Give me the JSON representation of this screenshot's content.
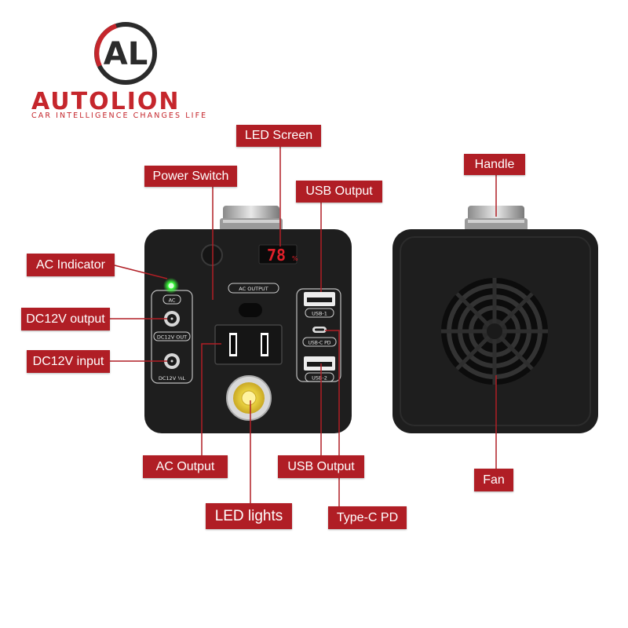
{
  "brand": {
    "name": "AUTOLION",
    "tagline": "CAR INTELLIGENCE CHANGES LIFE",
    "monogram": "AL",
    "color": "#c5262c"
  },
  "callouts": {
    "led_screen": "LED Screen",
    "power_switch": "Power Switch",
    "usb_output_top": "USB Output",
    "handle": "Handle",
    "ac_indicator": "AC Indicator",
    "dc12v_output": "DC12V output",
    "dc12v_input": "DC12V input",
    "ac_output": "AC Output",
    "usb_output_bottom": "USB Output",
    "fan": "Fan",
    "led_lights": "LED lights",
    "type_c_pd": "Type-C PD"
  },
  "device": {
    "screen_value": "78",
    "screen_unit": "%",
    "ac_output_label": "AC OUTPUT",
    "ac_label": "AC",
    "dc_out_label": "DC12V OUT",
    "dc_in_label": "DC12V ⅓L",
    "usb1_label": "USB-1",
    "usbc_label": "USB-C PD",
    "usb2_label": "USB-2"
  },
  "colors": {
    "label_bg": "#b01e25",
    "device_body": "#1e1e1e",
    "indicator_green": "#39ff3a"
  }
}
